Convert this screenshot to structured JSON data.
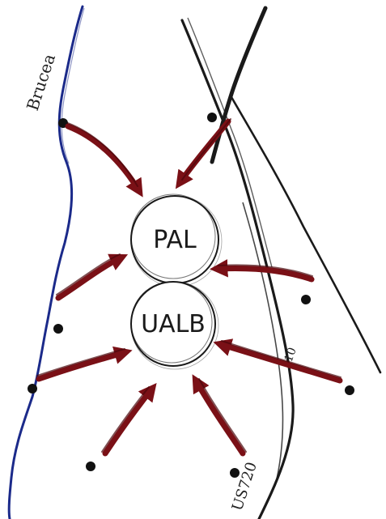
{
  "labels": {
    "river": "Brucea",
    "road": "US720",
    "mile_marker": "10",
    "node_top": "PAL",
    "node_bottom": "UALB"
  },
  "colors": {
    "river": "#1b2a8a",
    "ink": "#1a1a1a",
    "arrow": "#7a1016",
    "arrow_dark": "#4a070b"
  }
}
